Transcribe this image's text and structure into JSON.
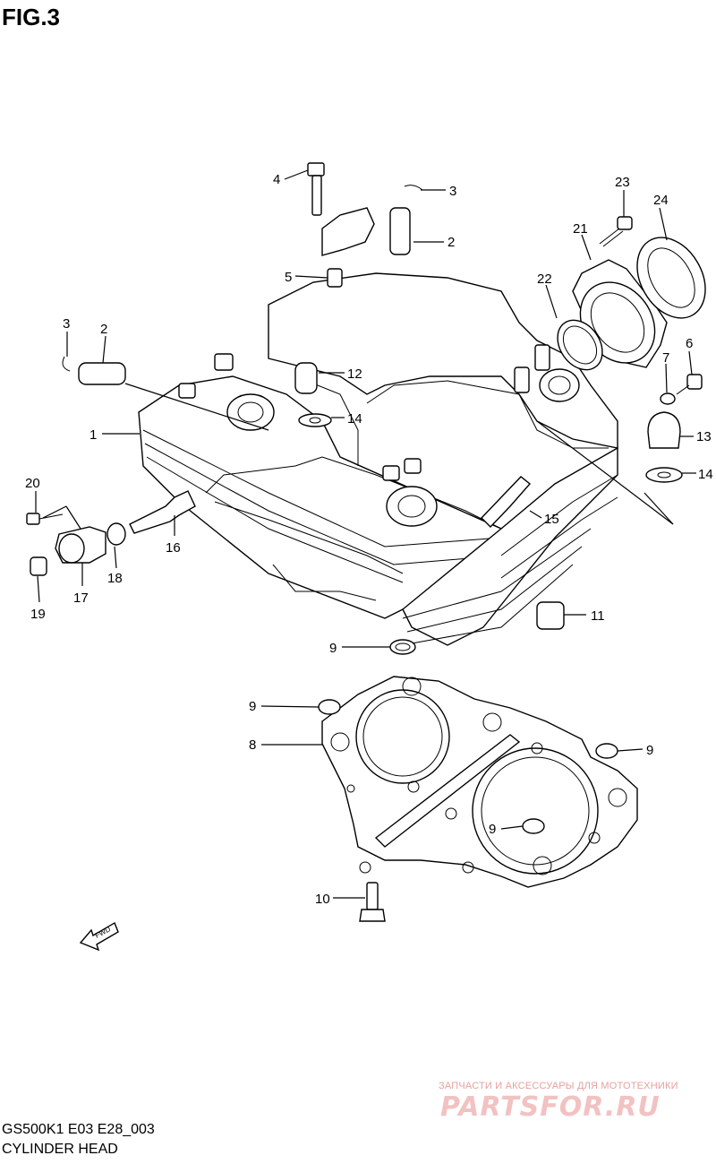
{
  "figure": {
    "title": "FIG.3"
  },
  "model_code": "GS500K1 E03 E28_003",
  "assembly_name": "CYLINDER HEAD",
  "fwd_label": "FWD",
  "watermark": {
    "tagline": "ЗАПЧАСТИ И АКСЕССУАРЫ ДЛЯ МОТОТЕХНИКИ",
    "brand": "PARTSFOR.RU"
  },
  "callouts": [
    "1",
    "2",
    "2",
    "3",
    "3",
    "4",
    "5",
    "6",
    "7",
    "8",
    "9",
    "9",
    "9",
    "9",
    "10",
    "11",
    "12",
    "13",
    "14",
    "14",
    "15",
    "16",
    "17",
    "18",
    "19",
    "20",
    "21",
    "22",
    "23",
    "24"
  ]
}
